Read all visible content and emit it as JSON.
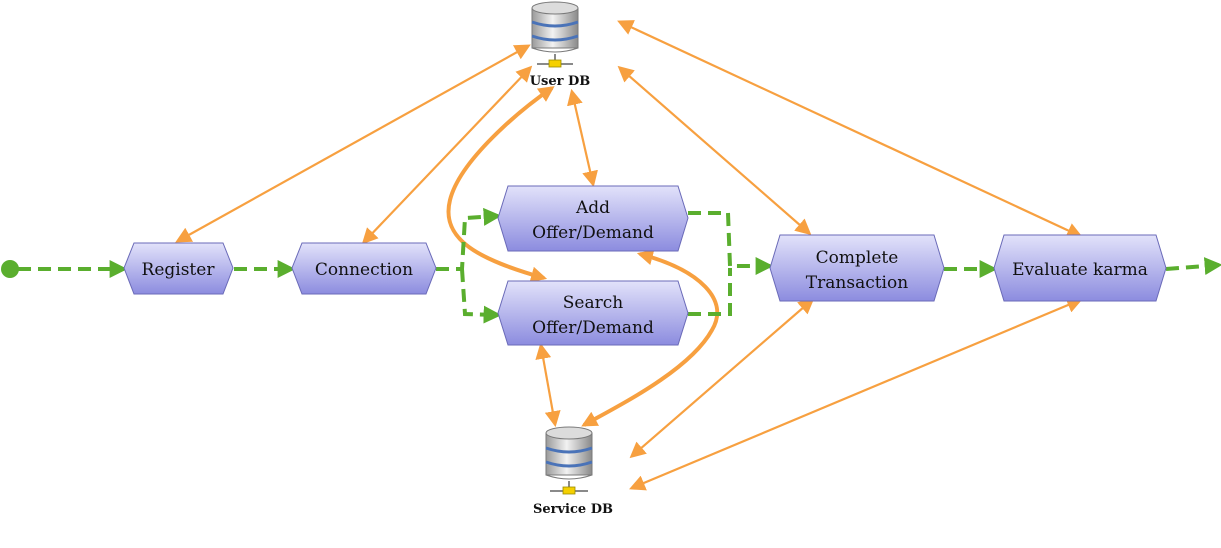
{
  "diagram": {
    "nodes": {
      "register": {
        "label": "Register"
      },
      "connection": {
        "label": "Connection"
      },
      "add": {
        "label_line1": "Add",
        "label_line2": "Offer/Demand"
      },
      "search": {
        "label_line1": "Search",
        "label_line2": "Offer/Demand"
      },
      "complete": {
        "label_line1": "Complete",
        "label_line2": "Transaction"
      },
      "evaluate": {
        "label": "Evaluate karma"
      }
    },
    "databases": {
      "user_db": {
        "label": "User DB"
      },
      "service_db": {
        "label": "Service DB"
      }
    },
    "colors": {
      "process_fill_top": "#ddddf8",
      "process_fill_bottom": "#8f8fe0",
      "process_stroke": "#6a6ab8",
      "flow": "#5aae2e",
      "data_link": "#f7a040"
    }
  }
}
